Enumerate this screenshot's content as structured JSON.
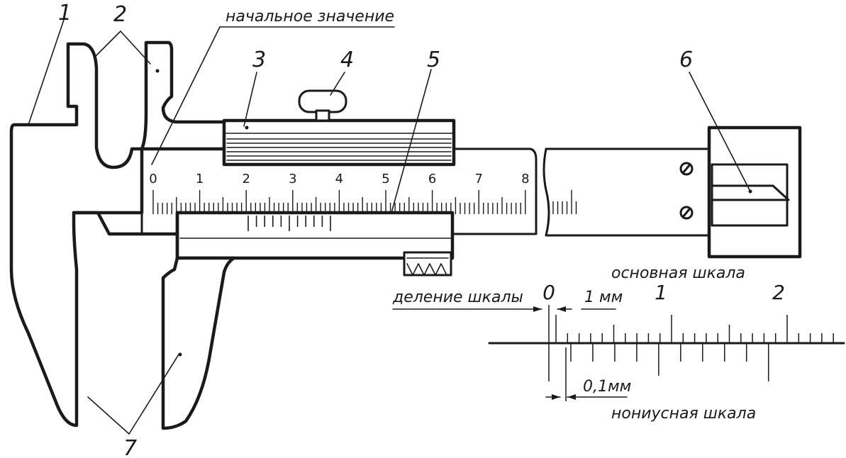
{
  "labels": {
    "part_numbers": [
      "1",
      "2",
      "3",
      "4",
      "5",
      "6",
      "7"
    ],
    "initial_value": "начальное значение",
    "main_scale": "основная шкала",
    "scale_division": "деление шкалы",
    "one_mm": "1 мм",
    "tenth_mm": "0,1мм",
    "vernier_scale": "нониусная шкала"
  },
  "ruler_ticks": [
    "0",
    "1",
    "2",
    "3",
    "4",
    "5",
    "6",
    "7",
    "8"
  ],
  "detail_scale_ticks": [
    "0",
    "1",
    "2"
  ],
  "colors": {
    "ink": "#1a1a1a",
    "paper": "#ffffff"
  }
}
